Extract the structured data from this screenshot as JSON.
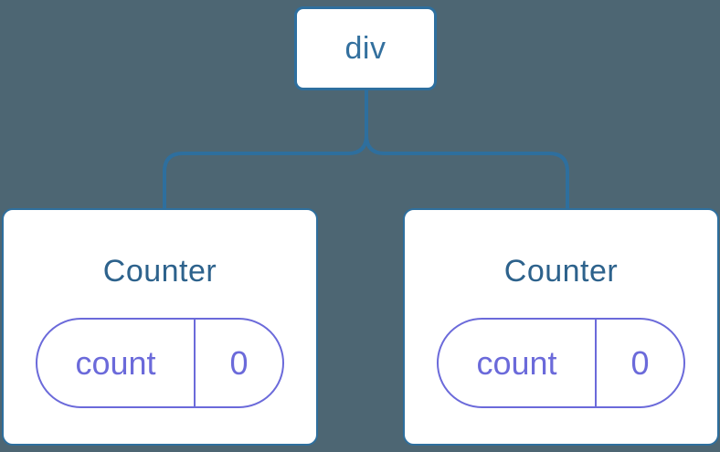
{
  "colors": {
    "background": "#4d6673",
    "tree_blue": "#2e6f9e",
    "host_label": "#33709e",
    "component_label": "#2d628c",
    "state_purple": "#6b6ada",
    "box_background": "#ffffff"
  },
  "tree": {
    "root": {
      "label": "div"
    },
    "children": [
      {
        "label": "Counter",
        "state": {
          "name": "count",
          "value": "0"
        }
      },
      {
        "label": "Counter",
        "state": {
          "name": "count",
          "value": "0"
        }
      }
    ]
  }
}
